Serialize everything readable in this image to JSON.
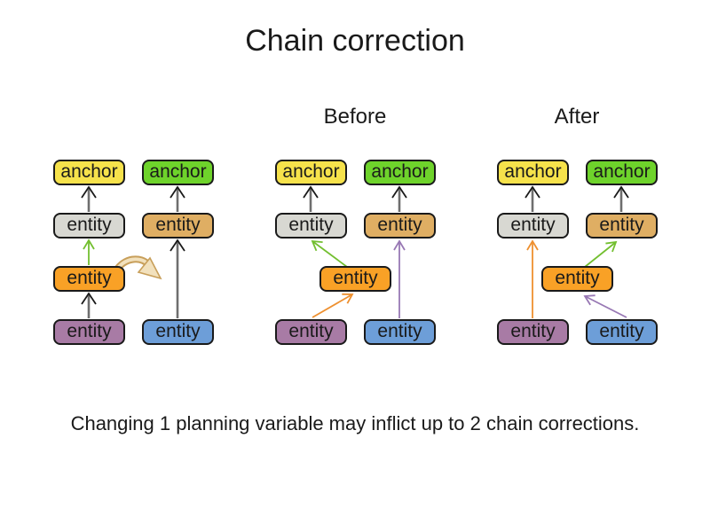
{
  "title": "Chain correction",
  "section_labels": {
    "before": "Before",
    "after": "After"
  },
  "caption": "Changing 1 planning variable may inflict up to 2 chain corrections.",
  "colors": {
    "anchor_yellow": "#f6e24b",
    "anchor_green": "#6ed32b",
    "entity_gray": "#d8d8d2",
    "entity_tan": "#dfae63",
    "entity_orange": "#f9a126",
    "entity_purple": "#a87ba5",
    "entity_blue": "#6d9ed8",
    "arrow_black": "#6e6e6e",
    "arrow_green": "#73bf30",
    "arrow_orange": "#ee9030",
    "arrow_purple": "#9878b4",
    "move_arrow_fill": "#f2e1bd",
    "move_arrow_outline": "#c89f5a"
  },
  "groups": [
    {
      "name": "initial",
      "nodes": [
        {
          "role": "anchor-left",
          "label": "anchor",
          "color": "#f6e24b"
        },
        {
          "role": "anchor-right",
          "label": "anchor",
          "color": "#6ed32b"
        },
        {
          "role": "entity-left",
          "label": "entity",
          "color": "#d8d8d2"
        },
        {
          "role": "entity-right",
          "label": "entity",
          "color": "#dfae63"
        },
        {
          "role": "entity-chain",
          "label": "entity",
          "color": "#f9a126"
        },
        {
          "role": "entity-bottom-left",
          "label": "entity",
          "color": "#a87ba5"
        },
        {
          "role": "entity-bottom-right",
          "label": "entity",
          "color": "#6d9ed8"
        }
      ],
      "arrows": [
        {
          "from": "entity-left",
          "to": "anchor-left",
          "color": "#6e6e6e"
        },
        {
          "from": "entity-right",
          "to": "anchor-right",
          "color": "#6e6e6e"
        },
        {
          "from": "entity-chain",
          "to": "entity-left",
          "color": "#73bf30"
        },
        {
          "from": "entity-bottom-left",
          "to": "entity-chain",
          "color": "#6e6e6e"
        },
        {
          "from": "entity-bottom-right",
          "to": "entity-right",
          "color": "#6e6e6e"
        },
        {
          "type": "move",
          "from": "entity-chain",
          "to": "right-chain",
          "color": "#c89f5a"
        }
      ]
    },
    {
      "name": "before",
      "nodes": [
        {
          "role": "anchor-left",
          "label": "anchor",
          "color": "#f6e24b"
        },
        {
          "role": "anchor-right",
          "label": "anchor",
          "color": "#6ed32b"
        },
        {
          "role": "entity-left",
          "label": "entity",
          "color": "#d8d8d2"
        },
        {
          "role": "entity-right",
          "label": "entity",
          "color": "#dfae63"
        },
        {
          "role": "entity-chain",
          "label": "entity",
          "color": "#f9a126"
        },
        {
          "role": "entity-bottom-left",
          "label": "entity",
          "color": "#a87ba5"
        },
        {
          "role": "entity-bottom-right",
          "label": "entity",
          "color": "#6d9ed8"
        }
      ],
      "arrows": [
        {
          "from": "entity-left",
          "to": "anchor-left",
          "color": "#6e6e6e"
        },
        {
          "from": "entity-right",
          "to": "anchor-right",
          "color": "#6e6e6e"
        },
        {
          "from": "entity-chain",
          "to": "entity-left",
          "color": "#73bf30"
        },
        {
          "from": "entity-bottom-left",
          "to": "entity-chain",
          "color": "#ee9030"
        },
        {
          "from": "entity-bottom-right",
          "to": "entity-right",
          "color": "#9878b4"
        }
      ]
    },
    {
      "name": "after",
      "nodes": [
        {
          "role": "anchor-left",
          "label": "anchor",
          "color": "#f6e24b"
        },
        {
          "role": "anchor-right",
          "label": "anchor",
          "color": "#6ed32b"
        },
        {
          "role": "entity-left",
          "label": "entity",
          "color": "#d8d8d2"
        },
        {
          "role": "entity-right",
          "label": "entity",
          "color": "#dfae63"
        },
        {
          "role": "entity-chain",
          "label": "entity",
          "color": "#f9a126"
        },
        {
          "role": "entity-bottom-left",
          "label": "entity",
          "color": "#a87ba5"
        },
        {
          "role": "entity-bottom-right",
          "label": "entity",
          "color": "#6d9ed8"
        }
      ],
      "arrows": [
        {
          "from": "entity-left",
          "to": "anchor-left",
          "color": "#6e6e6e"
        },
        {
          "from": "entity-right",
          "to": "anchor-right",
          "color": "#6e6e6e"
        },
        {
          "from": "entity-bottom-left",
          "to": "entity-left",
          "color": "#ee9030"
        },
        {
          "from": "entity-chain",
          "to": "entity-right",
          "color": "#73bf30"
        },
        {
          "from": "entity-bottom-right",
          "to": "entity-chain",
          "color": "#9878b4"
        }
      ]
    }
  ]
}
